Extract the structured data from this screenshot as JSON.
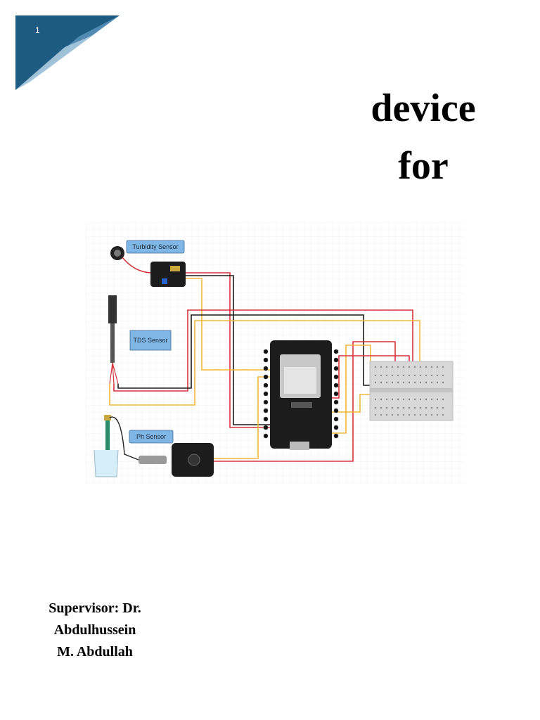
{
  "page_number": "1",
  "title": {
    "line1": "device",
    "line2": "for"
  },
  "diagram": {
    "labels": {
      "turbidity": "Turbidity Sensor",
      "tds": "TDS Sensor",
      "ph": "Ph Sensor"
    },
    "colors": {
      "wire_red": "#d3343b",
      "wire_black": "#1a1a1a",
      "wire_yellow": "#f2b63a",
      "label_fill": "#7fb6e6",
      "board": "#1c1c1c"
    }
  },
  "supervisor": {
    "line1": "Supervisor: Dr.",
    "line2": "Abdulhussein",
    "line3": "M. Abdullah"
  },
  "decoration": {
    "colors": [
      "#1e5b82",
      "#5a94bd",
      "#a9c8dd"
    ]
  }
}
